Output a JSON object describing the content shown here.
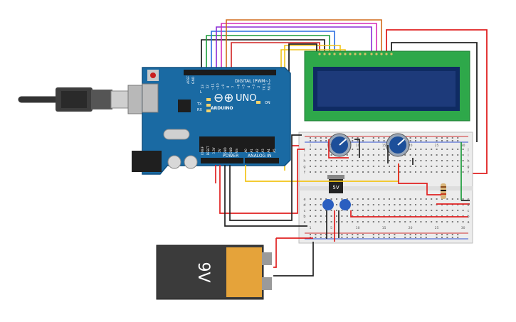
{
  "board": {
    "brand": "ARDUINO",
    "model": "UNO",
    "logo_symbol": "⊖⊕",
    "digital_label": "DIGITAL (PWM~)",
    "analog_label": "ANALOG IN",
    "power_label": "POWER",
    "on_label": "ON",
    "l_label": "L",
    "tx_label": "TX",
    "rx_label": "RX",
    "aref_label": "AREF",
    "gnd_label": "GND",
    "digital_pins": [
      "13",
      "12",
      "~11",
      "~10",
      "~9",
      "8",
      "7",
      "~6",
      "~5",
      "4",
      "~3",
      "2",
      "TX 1",
      "RX 0"
    ],
    "power_pins": [
      "IOREF",
      "RESET",
      "3.3V",
      "5V",
      "GND",
      "GND",
      "Vin"
    ],
    "analog_pins": [
      "A0",
      "A1",
      "A2",
      "A3",
      "A4",
      "A5"
    ]
  },
  "regulator": {
    "label": "5V"
  },
  "battery": {
    "label": "9V"
  },
  "breadboard": {
    "row_letters_top": [
      "j",
      "i",
      "h",
      "g",
      "f"
    ],
    "row_letters_bottom": [
      "e",
      "d",
      "c",
      "b",
      "a"
    ],
    "column_numbers": [
      "1",
      "5",
      "10",
      "15",
      "20",
      "25",
      "30"
    ]
  },
  "colors": {
    "board": "#1a6aa3",
    "lcd_pcb": "#2ea84a",
    "lcd_screen": "#1d3a7a",
    "battery_body": "#3b3b3b",
    "battery_label": "#e5a33a",
    "breadboard": "#ececec",
    "wire_red": "#e02020",
    "wire_black": "#222222",
    "wire_yellow": "#f2c418",
    "pot": "#1c4f9a"
  }
}
